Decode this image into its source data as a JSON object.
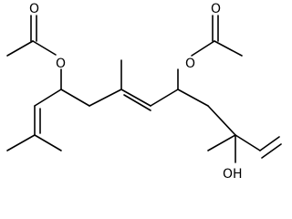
{
  "molecule": {
    "atom_labels": {
      "o_acetate_left_carbonyl": "O",
      "o_acetate_left_ester": "O",
      "o_acetate_right_carbonyl": "O",
      "o_acetate_right_ester": "O",
      "hydroxyl": "OH"
    },
    "colors": {
      "bond": "#000000",
      "background": "#ffffff"
    }
  }
}
